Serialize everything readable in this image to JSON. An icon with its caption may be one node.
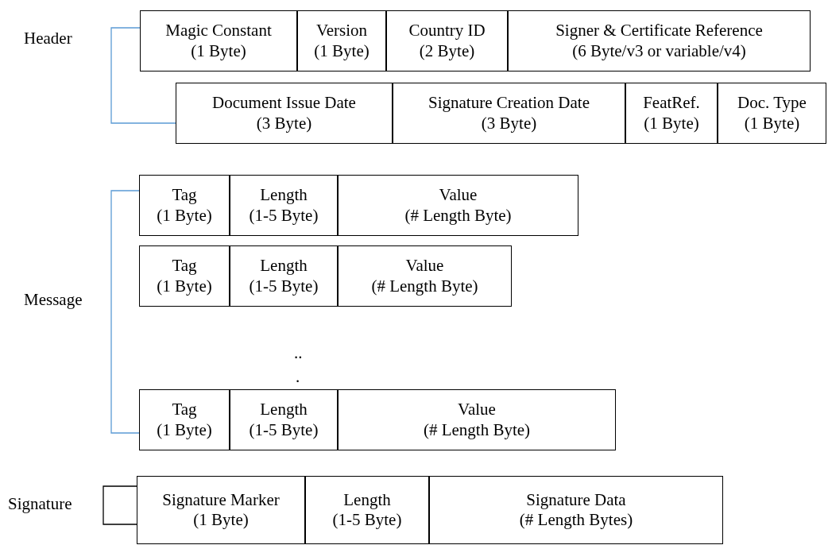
{
  "diagram": {
    "nodes": [
      {
        "text": [
          "Magic Constant",
          "(1 Byte)"
        ]
      },
      {
        "text": [
          "Version",
          "(1 Byte)"
        ]
      },
      {
        "text": [
          "Country ID",
          "(2 Byte)"
        ]
      },
      {
        "text": [
          "Signer & Certificate Reference",
          "(6 Byte/v3 or variable/v4)"
        ]
      },
      {
        "text": [
          "Document Issue Date",
          "(3 Byte)"
        ]
      },
      {
        "text": [
          "Signature Creation Date",
          "(3 Byte)"
        ]
      },
      {
        "text": [
          "FeatRef.",
          "(1 Byte)"
        ]
      },
      {
        "text": [
          "Doc. Type",
          "(1 Byte)"
        ]
      },
      {
        "text": [
          "Tag",
          "(1 Byte)"
        ]
      },
      {
        "text": [
          "Length",
          "(1-5 Byte)"
        ]
      },
      {
        "text": [
          "Value",
          "(# Length Byte)"
        ]
      },
      {
        "text": [
          "Tag",
          "(1 Byte)"
        ]
      },
      {
        "text": [
          "Length",
          "(1-5 Byte)"
        ]
      },
      {
        "text": [
          "Value",
          "(# Length Byte)"
        ]
      },
      {
        "text": [
          "Tag",
          "(1 Byte)"
        ]
      },
      {
        "text": [
          "Length",
          "(1-5 Byte)"
        ]
      },
      {
        "text": [
          "Value",
          "(# Length Byte)"
        ]
      },
      {
        "text": [
          "Signature Marker",
          "(1 Byte)"
        ]
      },
      {
        "text": [
          "Length",
          "(1-5 Byte)"
        ]
      },
      {
        "text": [
          "Signature Data",
          "(# Length Bytes)"
        ]
      }
    ],
    "edges": [],
    "labels": [
      "Header",
      "Message",
      "..",
      ".",
      "Signature"
    ]
  }
}
